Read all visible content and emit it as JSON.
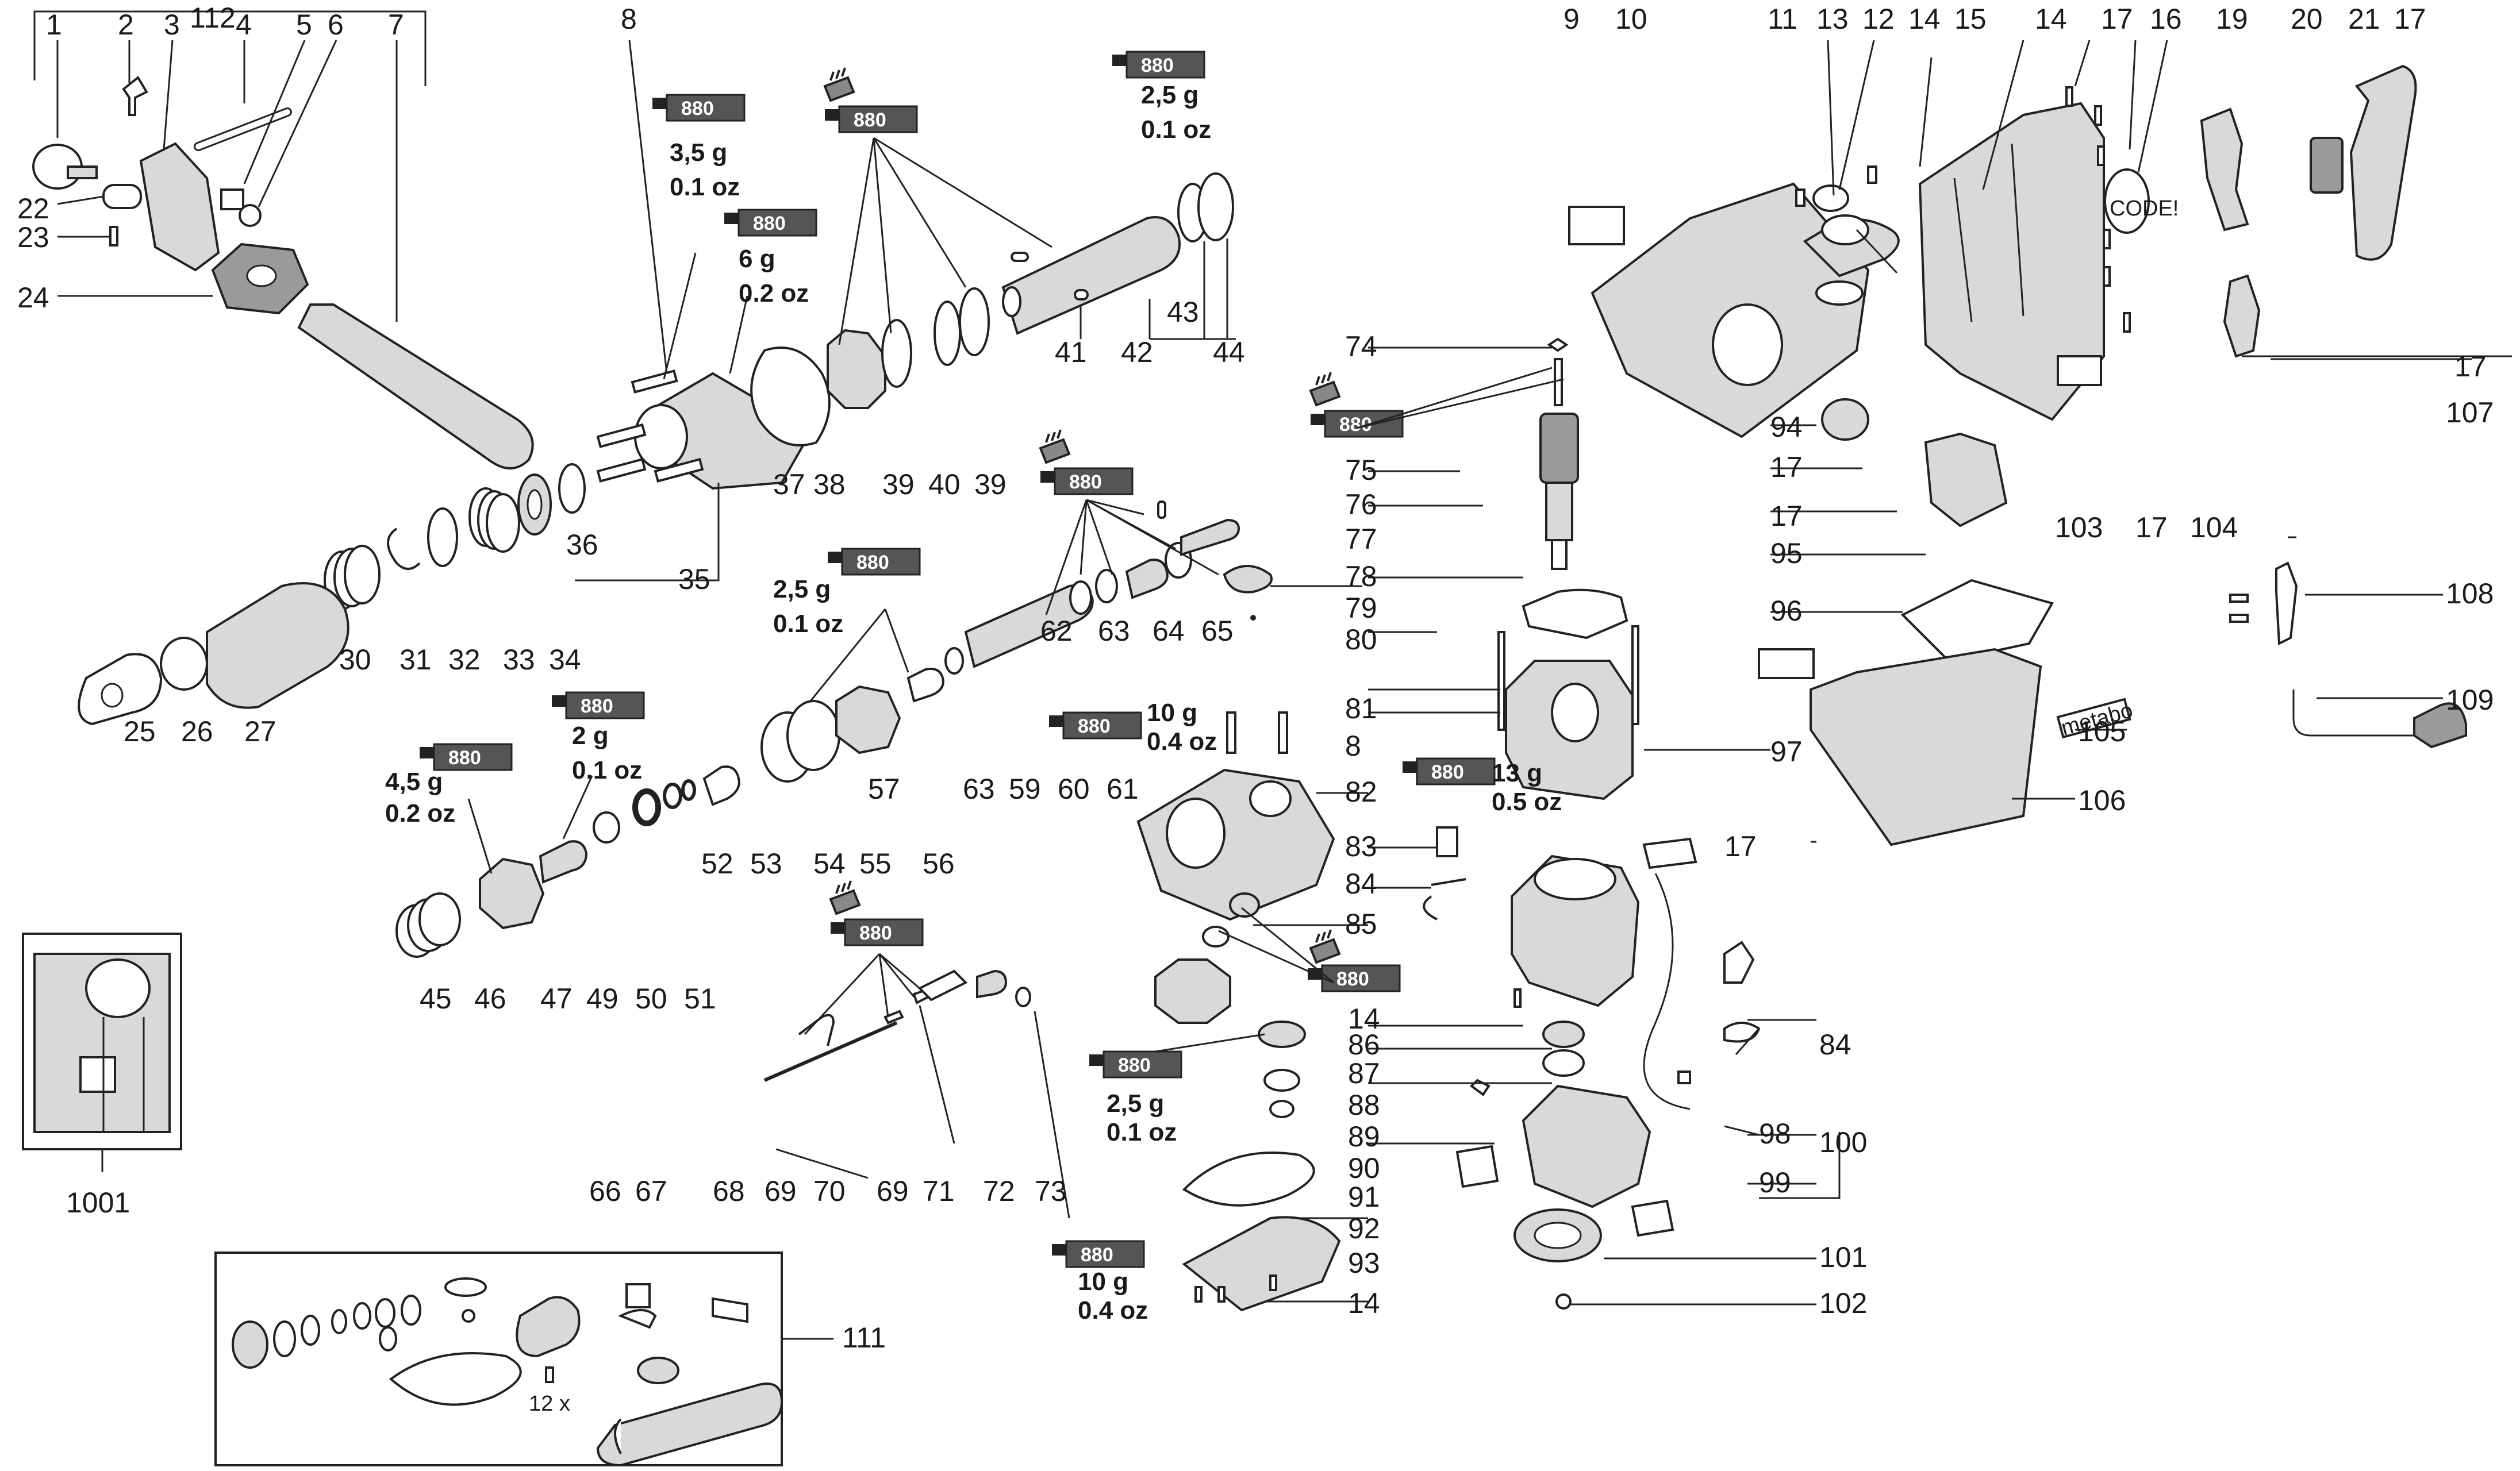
{
  "part_labels": {
    "1": "1",
    "2": "2",
    "3": "3",
    "4": "4",
    "5": "5",
    "6": "6",
    "7": "7",
    "8": "8",
    "9": "9",
    "10": "10",
    "11": "11",
    "12": "12",
    "13": "13",
    "14": "14",
    "15": "15",
    "16": "16",
    "17": "17",
    "19": "19",
    "20": "20",
    "21": "21",
    "22": "22",
    "23": "23",
    "24": "24",
    "25": "25",
    "26": "26",
    "27": "27",
    "30": "30",
    "31": "31",
    "32": "32",
    "33": "33",
    "34": "34",
    "35": "35",
    "36": "36",
    "37": "37",
    "38": "38",
    "39": "39",
    "40": "40",
    "41": "41",
    "42": "42",
    "43": "43",
    "44": "44",
    "45": "45",
    "46": "46",
    "47": "47",
    "49": "49",
    "50": "50",
    "51": "51",
    "52": "52",
    "53": "53",
    "54": "54",
    "55": "55",
    "56": "56",
    "57": "57",
    "59": "59",
    "60": "60",
    "61": "61",
    "62": "62",
    "63": "63",
    "64": "64",
    "65": "65",
    "66": "66",
    "67": "67",
    "68": "68",
    "69": "69",
    "70": "70",
    "71": "71",
    "72": "72",
    "73": "73",
    "74": "74",
    "75": "75",
    "76": "76",
    "77": "77",
    "78": "78",
    "79": "79",
    "80": "80",
    "81": "81",
    "82": "82",
    "83": "83",
    "84": "84",
    "85": "85",
    "86": "86",
    "87": "87",
    "88": "88",
    "89": "89",
    "90": "90",
    "91": "91",
    "92": "92",
    "93": "93",
    "94": "94",
    "95": "95",
    "96": "96",
    "97": "97",
    "98": "98",
    "99": "99",
    "100": "100",
    "101": "101",
    "102": "102",
    "103": "103",
    "104": "104",
    "105": "105",
    "106": "106",
    "107": "107",
    "108": "108",
    "109": "109",
    "111": "111",
    "112": "112",
    "1001": "1001"
  },
  "grease_code": "880",
  "grease_amounts": {
    "a1": "3,5 g",
    "a2": "0.1 oz",
    "b1": "6 g",
    "b2": "0.2 oz",
    "c1": "2,5 g",
    "c2": "0.1 oz",
    "d1": "2,5 g",
    "d2": "0.1 oz",
    "e1": "2 g",
    "e2": "0.1 oz",
    "f1": "4,5 g",
    "f2": "0.2 oz",
    "g1": "10 g",
    "g2": "0.4 oz",
    "h1": "13 g",
    "h2": "0.5 oz",
    "i1": "2,5 g",
    "i2": "0.1 oz",
    "j1": "10 g",
    "j2": "0.4 oz"
  },
  "kit_qty": "12 x",
  "brand_plate": "metabo",
  "code_label": "CODE!",
  "icons": [
    "grease-tube-icon",
    "brush-icon"
  ]
}
